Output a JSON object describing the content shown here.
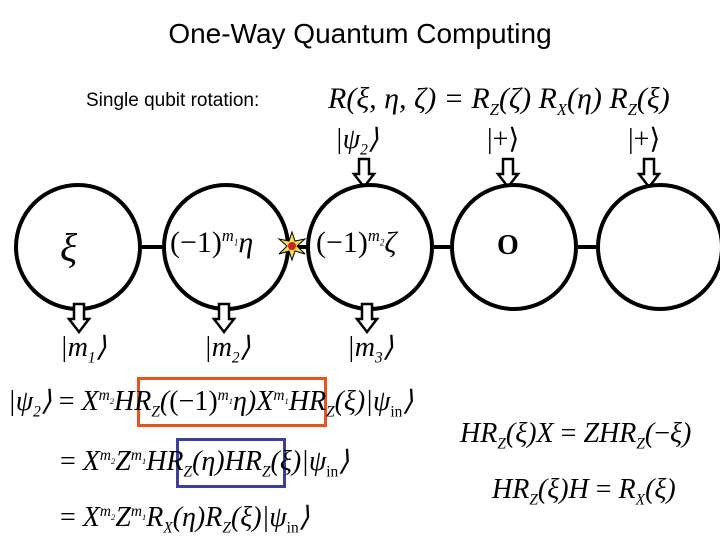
{
  "title": "One-Way Quantum Computing",
  "subtitle": "Single qubit rotation:",
  "rotation_formula": "R(ξ, η, ζ) = R_Z(ζ) R_X(η) R_Z(ξ)",
  "input_states": [
    "|ψ₂⟩",
    "|+⟩",
    "|+⟩"
  ],
  "qubit_labels": [
    "ξ",
    "(−1)^{m1} η",
    "(−1)^{m2} ζ",
    "O",
    ""
  ],
  "measurements": [
    "|m₁⟩",
    "|m₂⟩",
    "|m₃⟩"
  ],
  "equations": [
    "|ψ₂⟩ = X^{m2} H R_Z((−1)^{m1} η) X^{m1} H R_Z(ξ) |ψ_in⟩",
    "= X^{m2} Z^{m1} H R_Z(η) H R_Z(ξ) |ψ_in⟩",
    "= X^{m2} Z^{m1} R_X(η) R_Z(ξ) |ψ_in⟩"
  ],
  "identities": [
    "H R_Z(ξ) X = Z H R_Z(−ξ)",
    "H R_Z(ξ) H = R_X(ξ)"
  ],
  "colors": {
    "highlight_orange": "#e8541c",
    "highlight_blue": "#3b3f9e",
    "spark_yellow": "#f4e04d",
    "spark_red": "#d62020"
  }
}
